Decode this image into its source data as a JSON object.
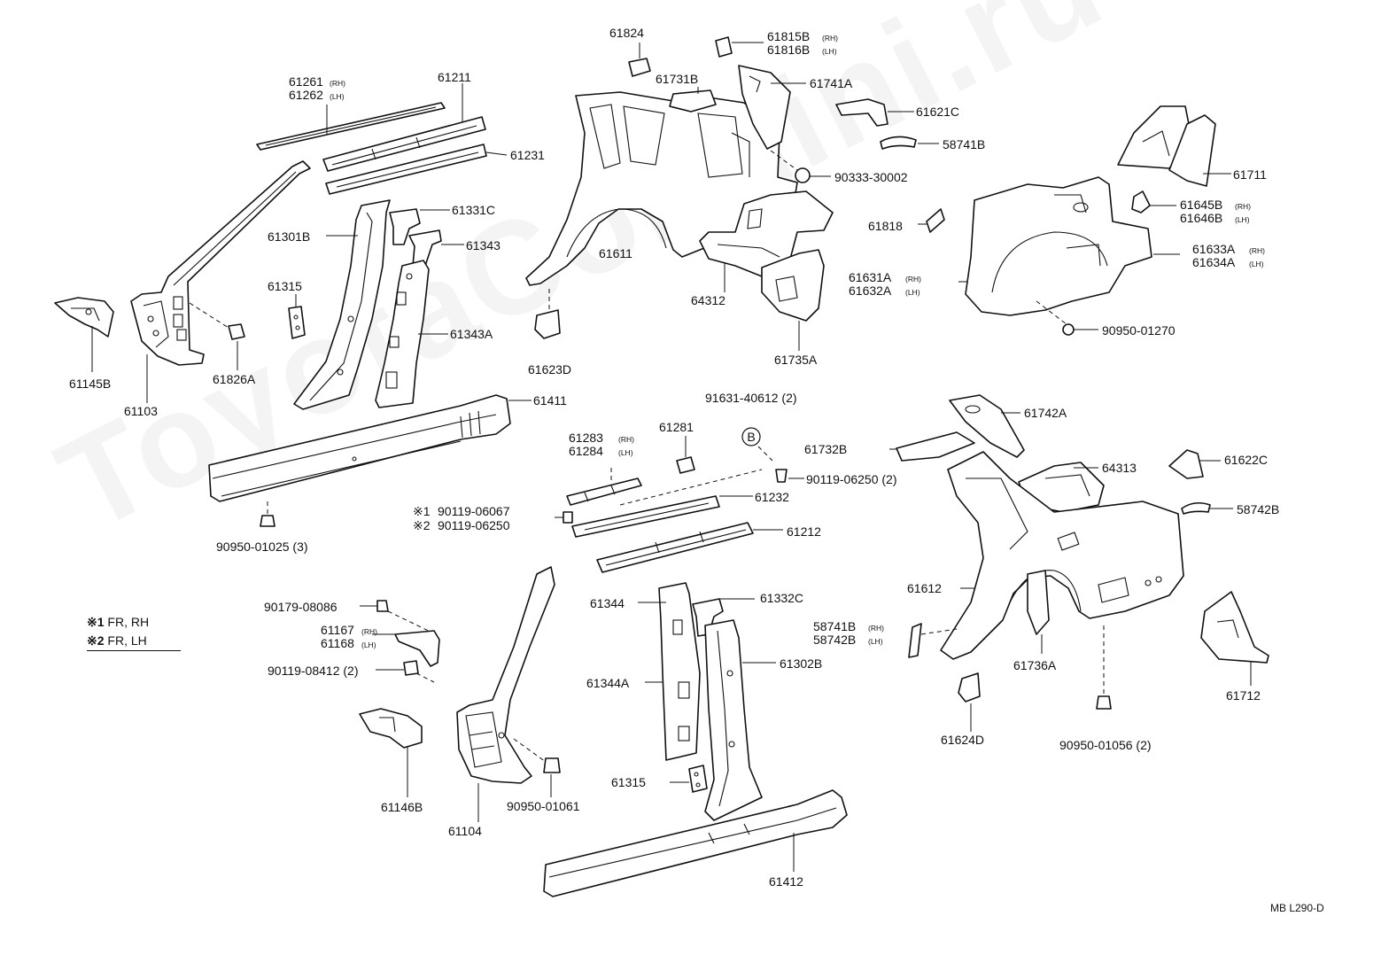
{
  "diagram": {
    "code": "MB L290-D",
    "watermark": "ToyotaCorMini.ru",
    "notes": [
      {
        "mark": "※1",
        "text": "FR, RH"
      },
      {
        "mark": "※2",
        "text": "FR, LH"
      }
    ],
    "labels": {
      "p61261": "61261",
      "p61262": "61262",
      "p61211": "61211",
      "p61231": "61231",
      "p61331C": "61331C",
      "p61301B": "61301B",
      "p61343": "61343",
      "p61315a": "61315",
      "p61343A": "61343A",
      "p61145B": "61145B",
      "p61103": "61103",
      "p61826A": "61826A",
      "p61411": "61411",
      "p90950_01025": "90950-01025 (3)",
      "p61824": "61824",
      "p61815B": "61815B",
      "p61816B": "61816B",
      "p61731B": "61731B",
      "p61741A": "61741A",
      "p61621C": "61621C",
      "p58741B": "58741B",
      "p90333": "90333-30002",
      "p61611": "61611",
      "p64312": "64312",
      "p61735A": "61735A",
      "p61623D": "61623D",
      "p61818": "61818",
      "p61711": "61711",
      "p61645B": "61645B",
      "p61646B": "61646B",
      "p61633A": "61633A",
      "p61634A": "61634A",
      "p61631A": "61631A",
      "p61632A": "61632A",
      "p90950_01270": "90950-01270",
      "p91631": "91631-40612 (2)",
      "p61281": "61281",
      "p61283": "61283",
      "p61284": "61284",
      "p90119_06250b": "90119-06250 (2)",
      "p61232": "61232",
      "n1_90119_06067": "90119-06067",
      "n2_90119_06250": "90119-06250",
      "p61212": "61212",
      "p61742A": "61742A",
      "p61732B": "61732B",
      "p64313": "64313",
      "p61622C": "61622C",
      "p58742B": "58742B",
      "p61612": "61612",
      "p58741Bb": "58741B",
      "p58742Bb": "58742B",
      "p61736A": "61736A",
      "p61712": "61712",
      "p61624D": "61624D",
      "p90950_01056": "90950-01056 (2)",
      "p90179": "90179-08086",
      "p61167": "61167",
      "p61168": "61168",
      "p90119_08412": "90119-08412 (2)",
      "p61146B": "61146B",
      "p61104": "61104",
      "p90950_01061": "90950-01061",
      "p61344": "61344",
      "p61332C": "61332C",
      "p61344A": "61344A",
      "p61302B": "61302B",
      "p61315b": "61315",
      "p61412": "61412",
      "rh": "(RH)",
      "lh": "(LH)",
      "circleB": "B",
      "mark1": "※1",
      "mark2": "※2"
    }
  }
}
